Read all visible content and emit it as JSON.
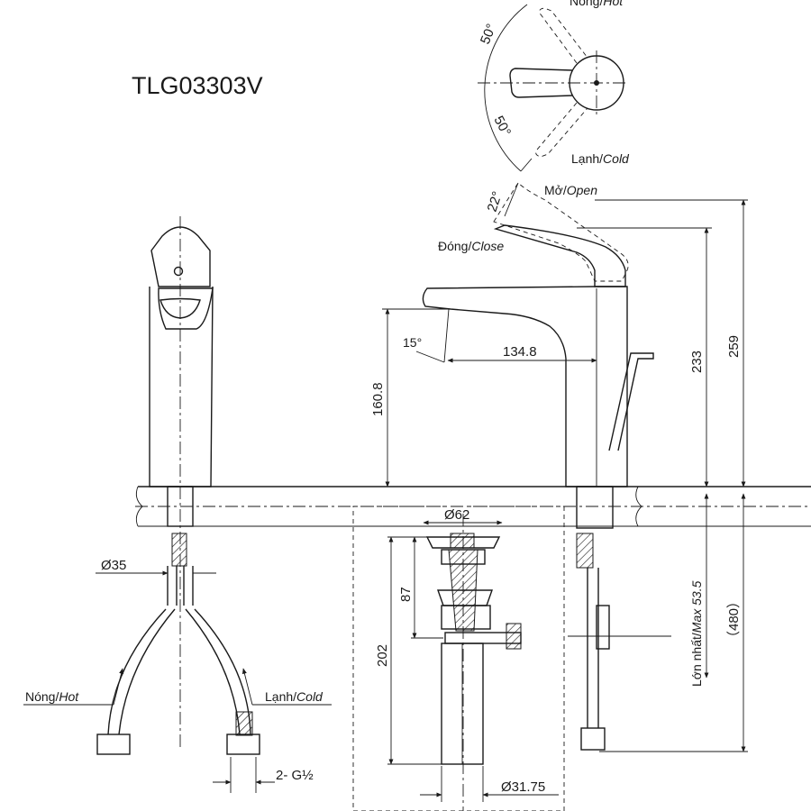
{
  "model": "TLG03303V",
  "handle_top": {
    "angle_hot": "50°",
    "angle_cold": "50°",
    "hot_vi": "Nóng/",
    "hot_en": "Hot",
    "cold_vi": "Lạnh/",
    "cold_en": "Cold"
  },
  "handle_side": {
    "angle": "22°",
    "open_vi": "Mở/",
    "open_en": "Open",
    "close_vi": "Đóng/",
    "close_en": "Close"
  },
  "spout": {
    "angle": "15°",
    "reach": "134.8",
    "height": "160.8"
  },
  "heights": {
    "h233": "233",
    "h259": "259",
    "max_vi": "Lớn nhất/",
    "max_en": "Max 53.5",
    "h480": "（480）"
  },
  "front": {
    "dia35": "Ø35",
    "hot_vi": "Nóng/",
    "hot_en": "Hot",
    "cold_vi": "Lạnh/",
    "cold_en": "Cold",
    "thread": "2- G½"
  },
  "drain": {
    "dia62": "Ø62",
    "d87": "87",
    "d202": "202",
    "dia3175": "Ø31.75"
  }
}
